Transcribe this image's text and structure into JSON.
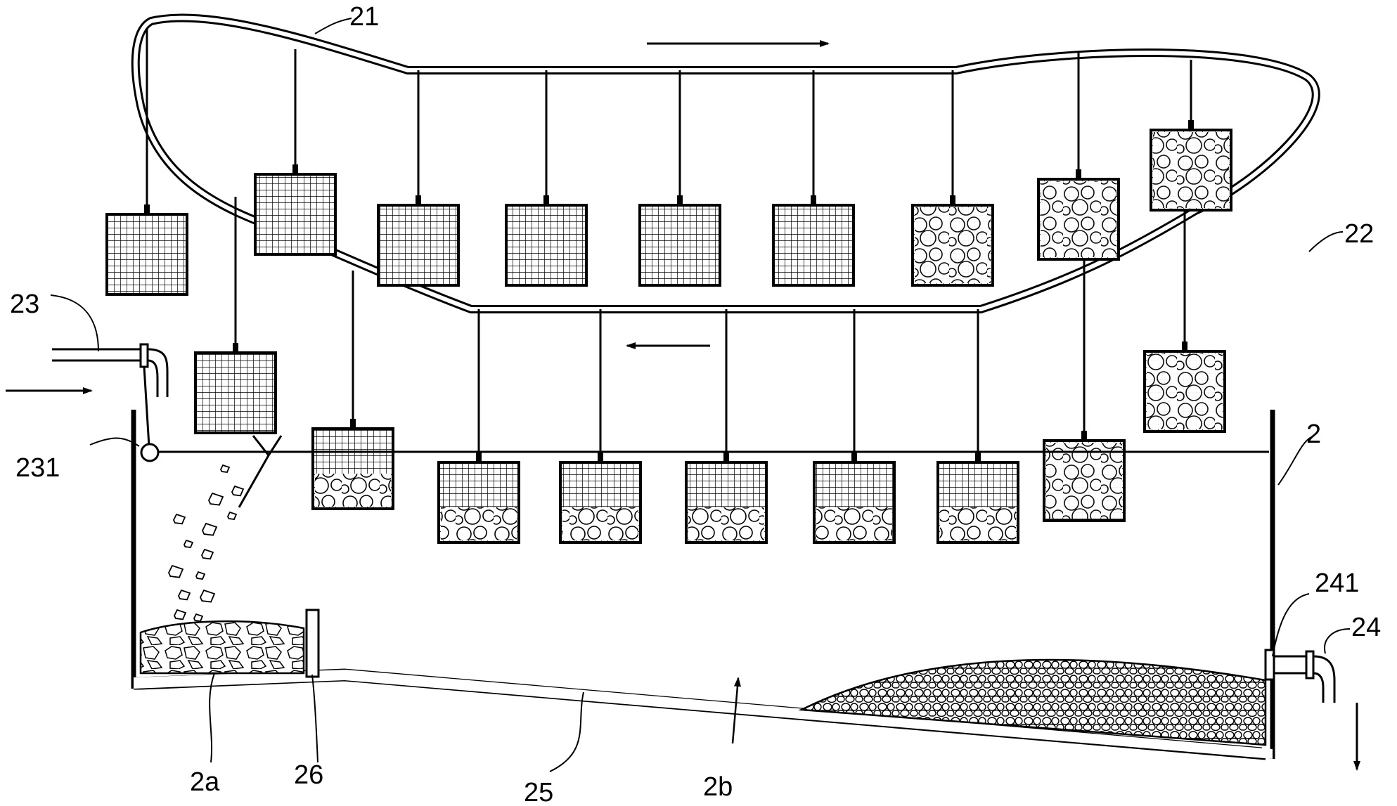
{
  "labels": {
    "conveyor": "21",
    "basket": "22",
    "inlet_pipe": "23",
    "inlet_valve": "231",
    "tank": "2",
    "outlet_pipe": "24",
    "outlet_valve": "241",
    "tank_bottom": "25",
    "partition": "26",
    "zone_a": "2a",
    "zone_b": "2b"
  },
  "baskets": {
    "top_row_fill": [
      "empty",
      "empty",
      "empty",
      "empty",
      "empty",
      "empty",
      "full",
      "full",
      "full"
    ],
    "bottom_row_fill": [
      "empty",
      "partial",
      "partial",
      "partial",
      "partial",
      "partial",
      "partial",
      "full",
      "full"
    ]
  },
  "colors": {
    "ink": "#000000",
    "background": "#ffffff"
  }
}
